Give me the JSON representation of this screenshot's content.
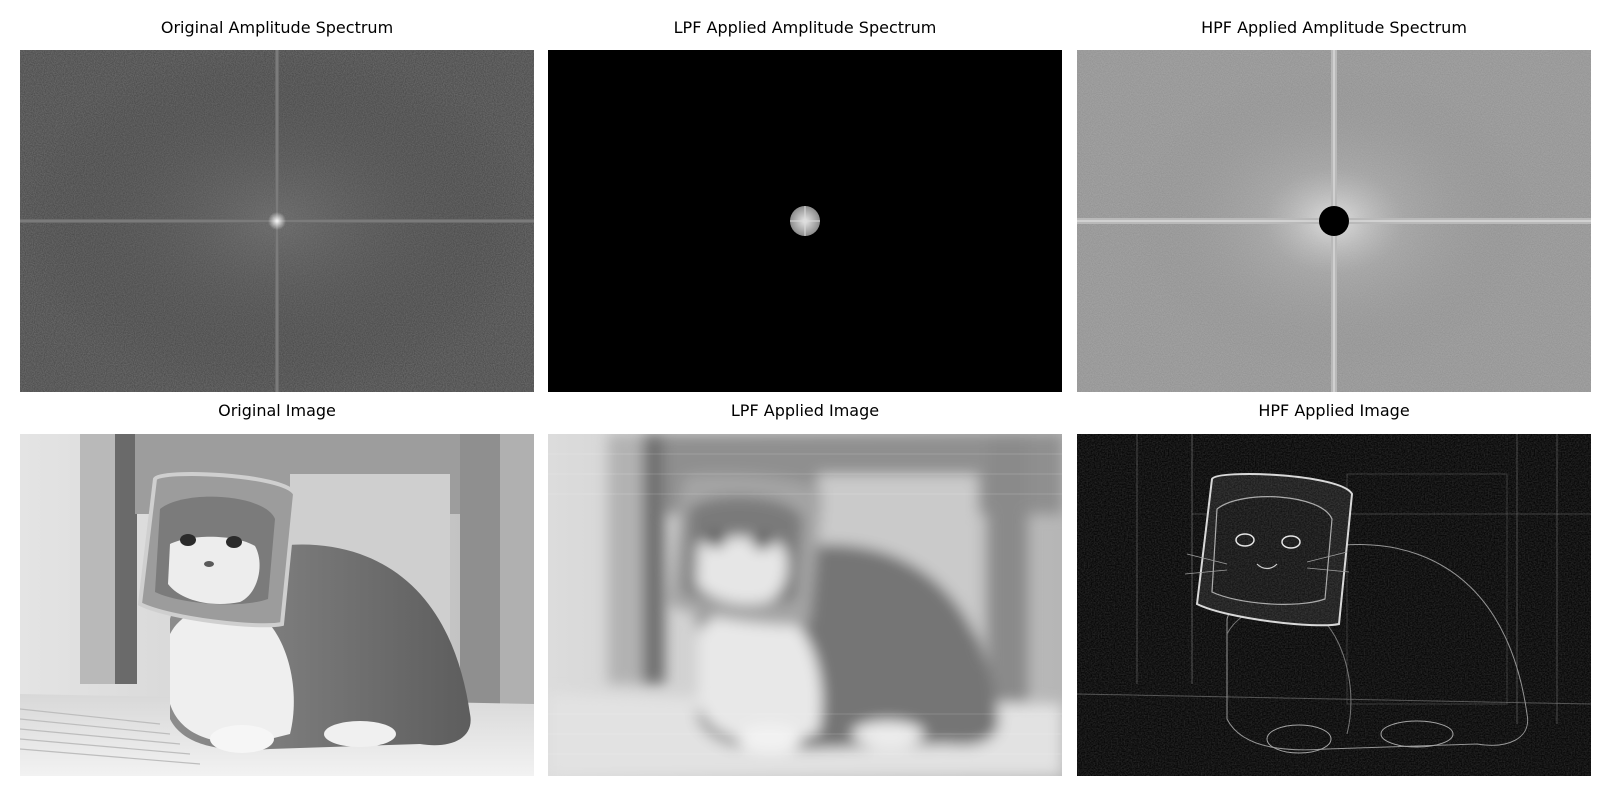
{
  "figure": {
    "panels": [
      {
        "title": "Original Amplitude Spectrum",
        "content": "spectrum-original"
      },
      {
        "title": "LPF Applied Amplitude Spectrum",
        "content": "spectrum-lpf"
      },
      {
        "title": "HPF Applied Amplitude Spectrum",
        "content": "spectrum-hpf"
      },
      {
        "title": "Original Image",
        "content": "cat-photo-grayscale"
      },
      {
        "title": "LPF Applied Image",
        "content": "cat-photo-blurred"
      },
      {
        "title": "HPF Applied Image",
        "content": "cat-photo-edges"
      }
    ]
  }
}
